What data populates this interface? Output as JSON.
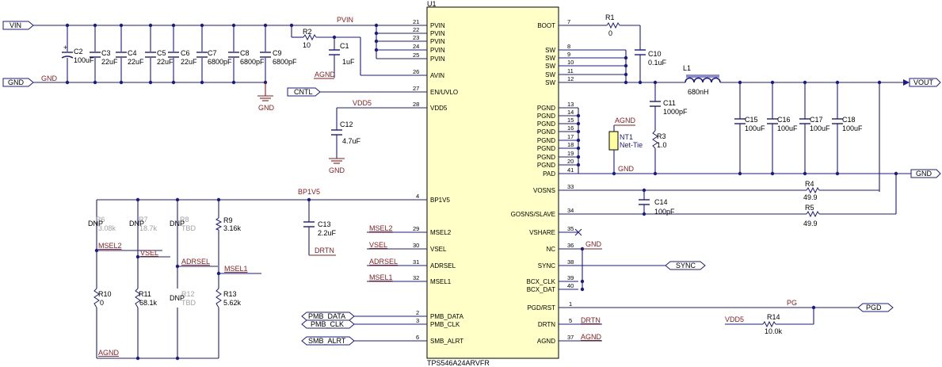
{
  "ic": {
    "refdes": "U1",
    "part": "TPS546A24ARVFR",
    "left_pins": [
      {
        "num": "21",
        "name": "PVIN"
      },
      {
        "num": "22",
        "name": "PVIN"
      },
      {
        "num": "23",
        "name": "PVIN"
      },
      {
        "num": "24",
        "name": "PVIN"
      },
      {
        "num": "25",
        "name": "PVIN"
      },
      {
        "num": "26",
        "name": "AVIN"
      },
      {
        "num": "27",
        "name": "EN/UVLO"
      },
      {
        "num": "28",
        "name": "VDD5"
      },
      {
        "num": "4",
        "name": "BP1V5"
      },
      {
        "num": "29",
        "name": "MSEL2"
      },
      {
        "num": "30",
        "name": "VSEL"
      },
      {
        "num": "31",
        "name": "ADRSEL"
      },
      {
        "num": "32",
        "name": "MSEL1"
      },
      {
        "num": "2",
        "name": "PMB_DATA"
      },
      {
        "num": "3",
        "name": "PMB_CLK"
      },
      {
        "num": "6",
        "name": "SMB_ALRT"
      }
    ],
    "right_pins": [
      {
        "num": "7",
        "name": "BOOT"
      },
      {
        "num": "8",
        "name": "SW"
      },
      {
        "num": "9",
        "name": "SW"
      },
      {
        "num": "10",
        "name": "SW"
      },
      {
        "num": "11",
        "name": "SW"
      },
      {
        "num": "12",
        "name": "SW"
      },
      {
        "num": "13",
        "name": "PGND"
      },
      {
        "num": "14",
        "name": "PGND"
      },
      {
        "num": "15",
        "name": "PGND"
      },
      {
        "num": "16",
        "name": "PGND"
      },
      {
        "num": "17",
        "name": "PGND"
      },
      {
        "num": "18",
        "name": "PGND"
      },
      {
        "num": "19",
        "name": "PGND"
      },
      {
        "num": "20",
        "name": "PGND"
      },
      {
        "num": "41",
        "name": "PAD"
      },
      {
        "num": "33",
        "name": "VOSNS"
      },
      {
        "num": "34",
        "name": "GOSNS/SLAVE"
      },
      {
        "num": "35",
        "name": "VSHARE"
      },
      {
        "num": "36",
        "name": "NC"
      },
      {
        "num": "38",
        "name": "SYNC"
      },
      {
        "num": "39",
        "name": "BCX_CLK"
      },
      {
        "num": "40",
        "name": "BCX_DAT"
      },
      {
        "num": "1",
        "name": "PGD/RST"
      },
      {
        "num": "5",
        "name": "DRTN"
      },
      {
        "num": "37",
        "name": "AGND"
      }
    ]
  },
  "ports": {
    "vin": "VIN",
    "gnd_left": "GND",
    "cntl": "CNTL",
    "vout": "VOUT",
    "gnd_right": "GND",
    "sync": "SYNC",
    "pgd": "PGD",
    "pmb_data": "PMB_DATA",
    "pmb_clk": "PMB_CLK",
    "smb_alrt": "SMB_ALRT"
  },
  "nets": {
    "pvin": "PVIN",
    "gnd": "GND",
    "agnd": "AGND",
    "vdd5": "VDD5",
    "bp1v5": "BP1V5",
    "drtn": "DRTN",
    "msel2": "MSEL2",
    "vsel": "VSEL",
    "adrsel": "ADRSEL",
    "msel1": "MSEL1",
    "pg": "PG"
  },
  "components": {
    "c2": {
      "ref": "C2",
      "value": "100uF"
    },
    "c3": {
      "ref": "C3",
      "value": "22uF"
    },
    "c4": {
      "ref": "C4",
      "value": "22uF"
    },
    "c5": {
      "ref": "C5",
      "value": "22uF"
    },
    "c6": {
      "ref": "C6",
      "value": "22uF"
    },
    "c7": {
      "ref": "C7",
      "value": "6800pF"
    },
    "c8": {
      "ref": "C8",
      "value": "6800pF"
    },
    "c9": {
      "ref": "C9",
      "value": "6800pF"
    },
    "r2": {
      "ref": "R2",
      "value": "10"
    },
    "c1": {
      "ref": "C1",
      "value": "1uF"
    },
    "c12": {
      "ref": "C12",
      "value": "4.7uF"
    },
    "c13": {
      "ref": "C13",
      "value": "2.2uF"
    },
    "r1": {
      "ref": "R1",
      "value": "0"
    },
    "c10": {
      "ref": "C10",
      "value": "0.1uF"
    },
    "l1": {
      "ref": "L1",
      "value": "680nH"
    },
    "c11": {
      "ref": "C11",
      "value": "1000pF"
    },
    "r3": {
      "ref": "R3",
      "value": "1.0"
    },
    "nt1": {
      "ref": "NT1",
      "value": "Net-Tie"
    },
    "c15": {
      "ref": "C15",
      "value": "100uF"
    },
    "c16": {
      "ref": "C16",
      "value": "100uF"
    },
    "c17": {
      "ref": "C17",
      "value": "100uF"
    },
    "c18": {
      "ref": "C18",
      "value": "100uF"
    },
    "r4": {
      "ref": "R4",
      "value": "49.9"
    },
    "c14": {
      "ref": "C14",
      "value": "100pF"
    },
    "r5": {
      "ref": "R5",
      "value": "49.9"
    },
    "r6": {
      "ref": "R6",
      "value": "3.08k"
    },
    "r7": {
      "ref": "R7",
      "value": "18.7k"
    },
    "r8": {
      "ref": "R8",
      "value": "TBD"
    },
    "r9": {
      "ref": "R9",
      "value": "3.16k"
    },
    "r10": {
      "ref": "R10",
      "value": "0"
    },
    "r11": {
      "ref": "R11",
      "value": "68.1k"
    },
    "r12": {
      "ref": "R12",
      "value": "TBD"
    },
    "r13": {
      "ref": "R13",
      "value": "5.62k"
    },
    "r14": {
      "ref": "R14",
      "value": "10.0k"
    },
    "dnp": "DNP"
  },
  "colors": {
    "wire": "#1a1a8c",
    "net_label": "#8b1a1a",
    "ic_fill": "#ffffc8",
    "dnp_text": "#a0a0a0"
  }
}
